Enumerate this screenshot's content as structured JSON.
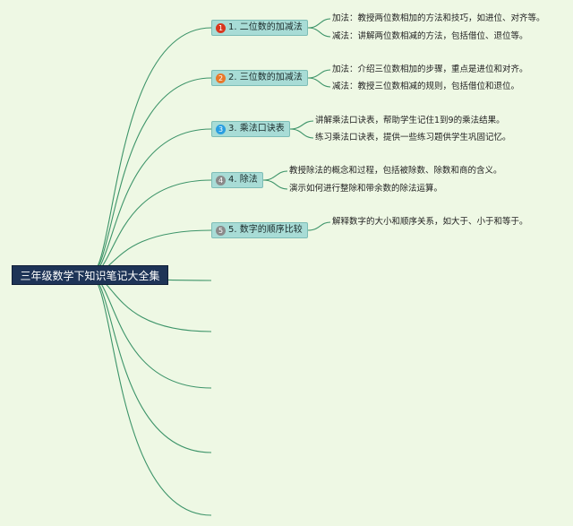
{
  "root": {
    "label": "三年级数学下知识笔记大全集"
  },
  "topics": [
    {
      "number": "1",
      "label": "1. 二位数的加减法",
      "badge_color": "#d9361e",
      "subs": [
        "加法：教授两位数相加的方法和技巧，如进位、对齐等。",
        "减法：讲解两位数相减的方法，包括借位、退位等。"
      ]
    },
    {
      "number": "2",
      "label": "2. 三位数的加减法",
      "badge_color": "#e8782a",
      "subs": [
        "加法：介绍三位数相加的步骤，重点是进位和对齐。",
        "减法：教授三位数相减的规则，包括借位和退位。"
      ]
    },
    {
      "number": "3",
      "label": "3. 乘法口诀表",
      "badge_color": "#2a9ee0",
      "subs": [
        "讲解乘法口诀表，帮助学生记住1到9的乘法结果。",
        "练习乘法口诀表，提供一些练习题供学生巩固记忆。"
      ]
    },
    {
      "number": "4",
      "label": "4. 除法",
      "badge_color": "#8a8a8a",
      "subs": [
        "教授除法的概念和过程，包括被除数、除数和商的含义。",
        "演示如何进行整除和带余数的除法运算。"
      ]
    },
    {
      "number": "5",
      "label": "5. 数字的顺序比较",
      "badge_color": "#8a8a8a",
      "subs": [
        "解释数字的大小和顺序关系，如大于、小于和等于。"
      ]
    }
  ],
  "colors": {
    "connector": "#3d9469",
    "topic_fill": "#a8dcd6",
    "root_fill": "#1e3457"
  }
}
